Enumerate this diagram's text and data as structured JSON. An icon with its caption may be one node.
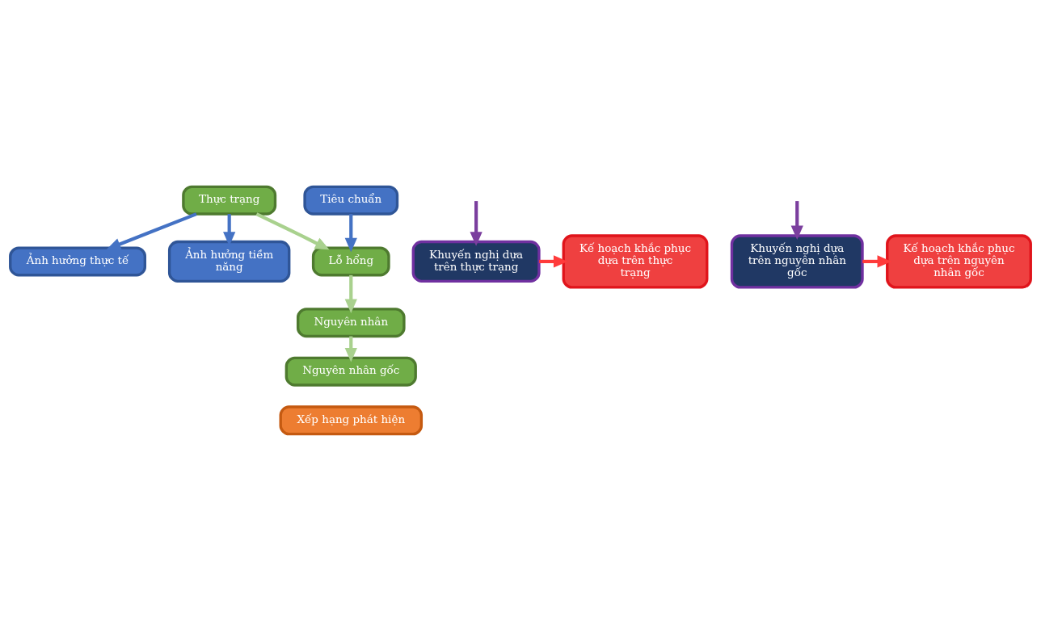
{
  "diagram": {
    "nodes": [
      {
        "text": [
          "Ảnh hưởng thực tế"
        ]
      },
      {
        "text": [
          "Ảnh hưởng tiềm năng"
        ]
      },
      {
        "text": [
          "Khuyến nghị dựa trên thực trạng"
        ]
      },
      {
        "text": [
          "Kế hoạch khắc phục dựa trên thực trạng"
        ]
      },
      {
        "text": [
          "Thực trạng"
        ]
      },
      {
        "text": [
          "Tiêu chuẩn"
        ]
      },
      {
        "text": [
          "Lỗ hổng"
        ]
      },
      {
        "text": [
          "Nguyên nhân"
        ]
      },
      {
        "text": [
          "Khuyến nghị dựa trên nguyên nhân gốc"
        ]
      },
      {
        "text": [
          "Kế hoạch khắc phục dựa trên nguyên nhân gốc"
        ]
      },
      {
        "text": [
          "Nguyên nhân gốc"
        ]
      },
      {
        "text": [
          "Xếp hạng phát hiện"
        ]
      }
    ],
    "edges": [
      {
        "from": 4,
        "to": 0,
        "arrow": "to",
        "color": "#4472c4"
      },
      {
        "from": 4,
        "to": 1,
        "arrow": "to",
        "color": "#4472c4"
      },
      {
        "from": null,
        "to": 2,
        "arrow": "to",
        "color": "#7b3f9e"
      },
      {
        "from": 2,
        "to": 3,
        "arrow": "to",
        "color": "#ff3b3b"
      },
      {
        "from": 4,
        "to": 6,
        "arrow": "to",
        "color": "#a9d18e"
      },
      {
        "from": 5,
        "to": 6,
        "arrow": "to",
        "color": "#4472c4"
      },
      {
        "from": 6,
        "to": 7,
        "arrow": "to",
        "color": "#a9d18e"
      },
      {
        "from": 7,
        "to": 10,
        "arrow": "to",
        "color": "#a9d18e"
      },
      {
        "from": null,
        "to": 8,
        "arrow": "to",
        "color": "#7b3f9e"
      },
      {
        "from": 8,
        "to": 9,
        "arrow": "to",
        "color": "#ff3b3b"
      }
    ]
  }
}
